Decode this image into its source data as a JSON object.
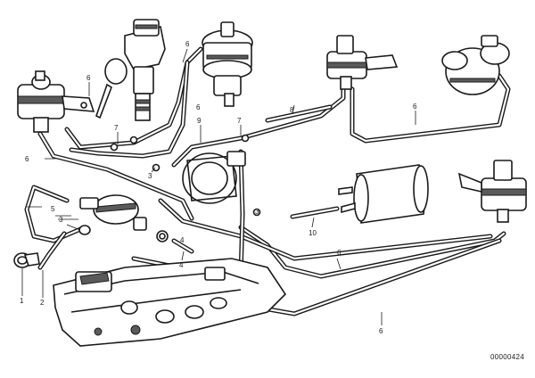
{
  "diagram": {
    "document_number": "00000424",
    "callouts": [
      "1",
      "2",
      "3",
      "4",
      "5",
      "6",
      "7",
      "8",
      "9",
      "10"
    ]
  }
}
